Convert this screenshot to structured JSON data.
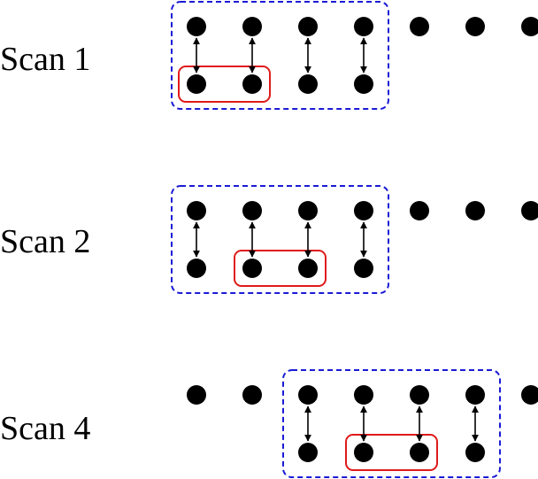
{
  "scans": [
    {
      "label": "Scan 1",
      "top_row_dots": 7,
      "top_row_start_index": 0,
      "bottom_row_dots": 4,
      "bottom_row_start_index": 0,
      "window_columns": [
        0,
        3
      ],
      "arrow_columns": [
        0,
        1,
        2,
        3
      ],
      "highlight_columns": [
        0,
        1
      ]
    },
    {
      "label": "Scan 2",
      "top_row_dots": 7,
      "top_row_start_index": 0,
      "bottom_row_dots": 4,
      "bottom_row_start_index": 0,
      "window_columns": [
        0,
        3
      ],
      "arrow_columns": [
        0,
        1,
        2,
        3
      ],
      "highlight_columns": [
        1,
        2
      ]
    },
    {
      "label": "Scan 4",
      "top_row_dots": 7,
      "top_row_start_index": -2,
      "bottom_row_dots": 4,
      "bottom_row_start_index": 0,
      "window_columns": [
        0,
        3
      ],
      "arrow_columns": [
        0,
        1,
        2,
        3
      ],
      "highlight_columns": [
        1,
        2
      ]
    }
  ],
  "colors": {
    "dot": "#000000",
    "arrow": "#000000",
    "window": "#1a1ad6",
    "highlight": "#e01a1a",
    "label": "#000000"
  }
}
